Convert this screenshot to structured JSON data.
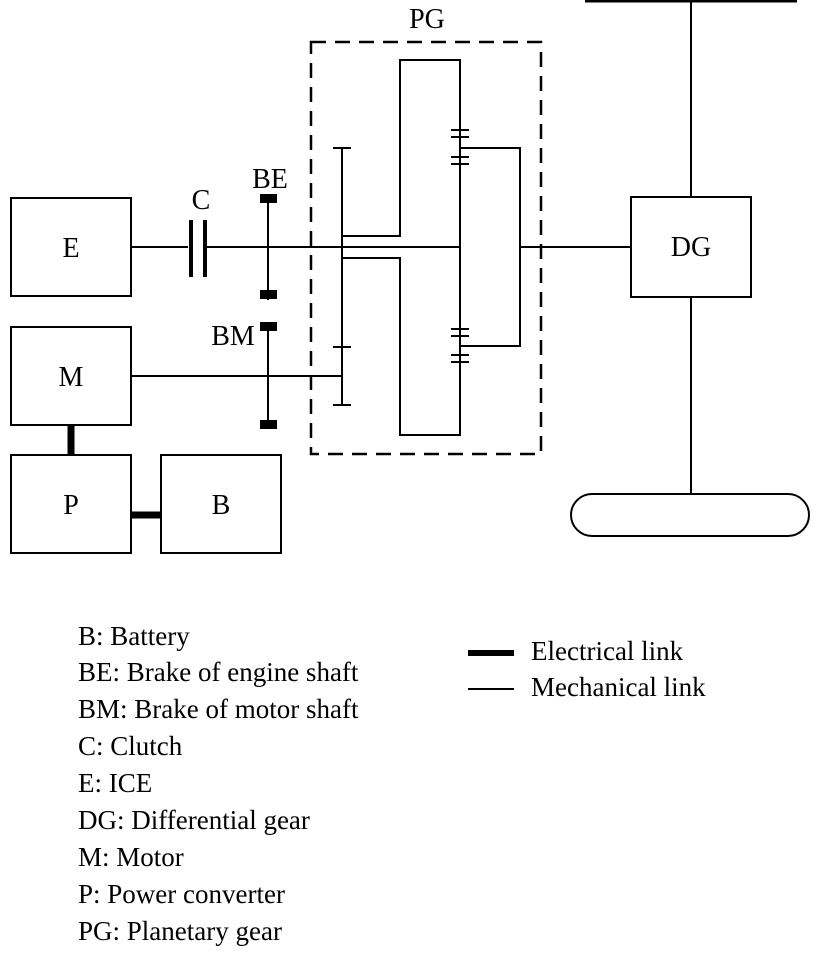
{
  "blocks": {
    "engine": "E",
    "motor": "M",
    "power_converter": "P",
    "battery": "B",
    "differential": "DG"
  },
  "components": {
    "clutch": "C",
    "brake_engine": "BE",
    "brake_motor": "BM",
    "planetary_gear": "PG"
  },
  "legend": [
    "B: Battery",
    "BE: Brake of engine shaft",
    "BM: Brake of motor shaft",
    "C: Clutch",
    "E: ICE",
    "DG: Differential gear",
    "M: Motor",
    "P: Power converter",
    "PG: Planetary gear"
  ],
  "link_key": {
    "electrical": "Electrical link",
    "mechanical": "Mechanical link"
  }
}
